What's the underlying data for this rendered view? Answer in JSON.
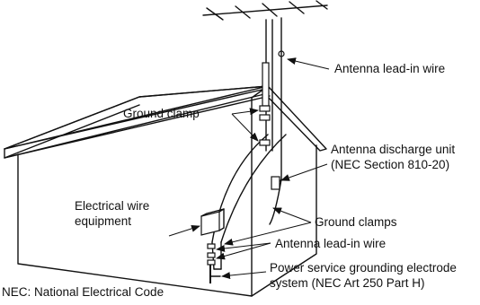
{
  "labels": {
    "top_fragment": "",
    "antenna_lead_in_wire_top": "Antenna lead-in wire",
    "ground_clamp": "Ground clamp",
    "discharge_unit_line1": "Antenna discharge unit",
    "discharge_unit_line2": "(NEC Section 810-20)",
    "electrical_equipment_line1": "Electrical wire",
    "electrical_equipment_line2": "equipment",
    "ground_clamps": "Ground clamps",
    "antenna_lead_in_wire_bottom": "Antenna lead-in wire",
    "power_service_line1": "Power service grounding electrode",
    "power_service_line2": "system (NEC Art 250 Part H)",
    "nec_legend": "NEC: National Electrical Code"
  }
}
